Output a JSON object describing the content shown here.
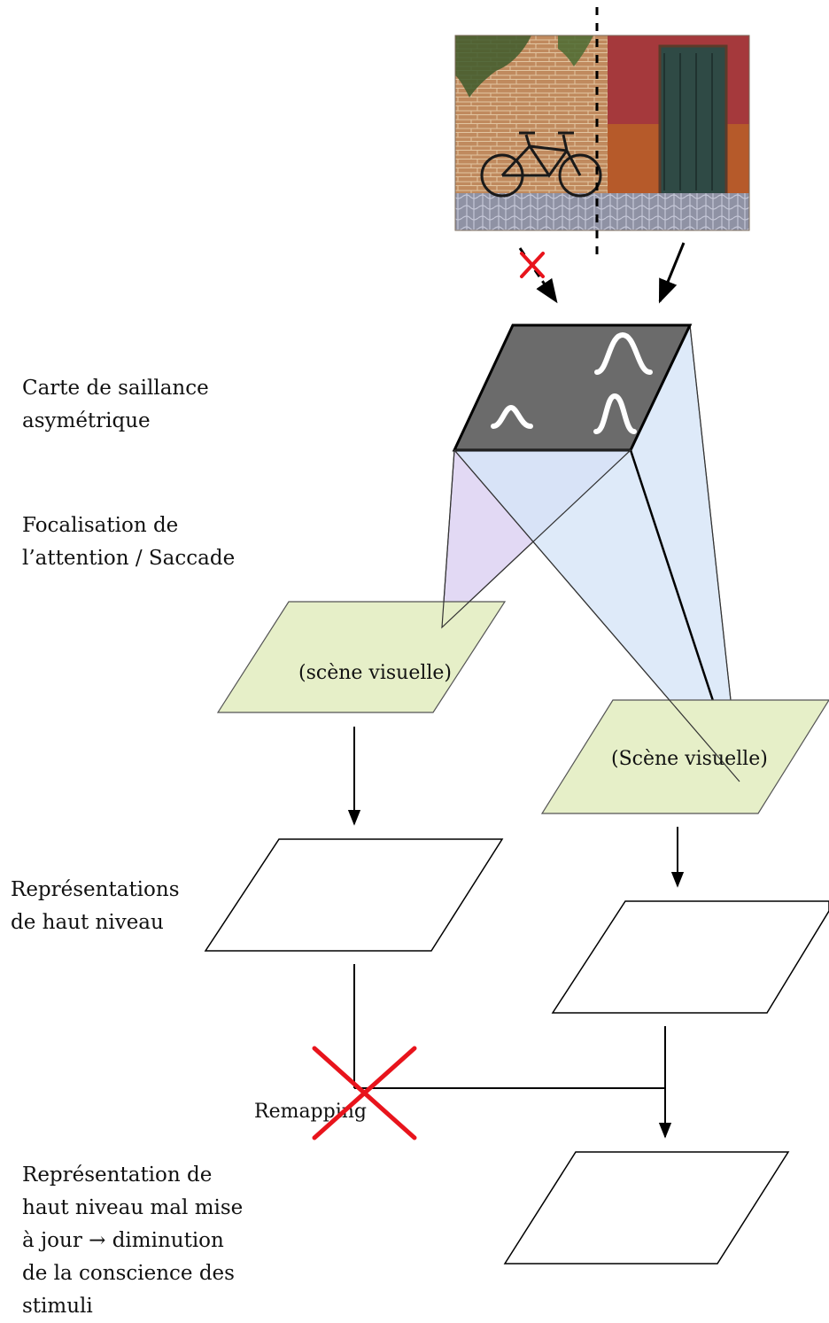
{
  "labels": {
    "saliency": [
      "Carte de saillance",
      "asymétrique"
    ],
    "focus": [
      "Focalisation de",
      "l’attention / Saccade"
    ],
    "high_level": [
      "Représentations",
      "de haut niveau"
    ],
    "bad_update": [
      "Représentation de",
      "haut niveau mal mise",
      "à jour → diminution",
      "de la conscience des",
      "stimuli"
    ],
    "scene_left": "(scène visuelle)",
    "scene_right": "(Scène visuelle)",
    "remapping": "Remapping"
  },
  "colors": {
    "scene_plane": "#e6efc8",
    "saliency_map": "#6b6b6b",
    "left_projection": "#ddd3f3",
    "right_projection": "#d6e6f8",
    "cross": "#e8141c"
  }
}
